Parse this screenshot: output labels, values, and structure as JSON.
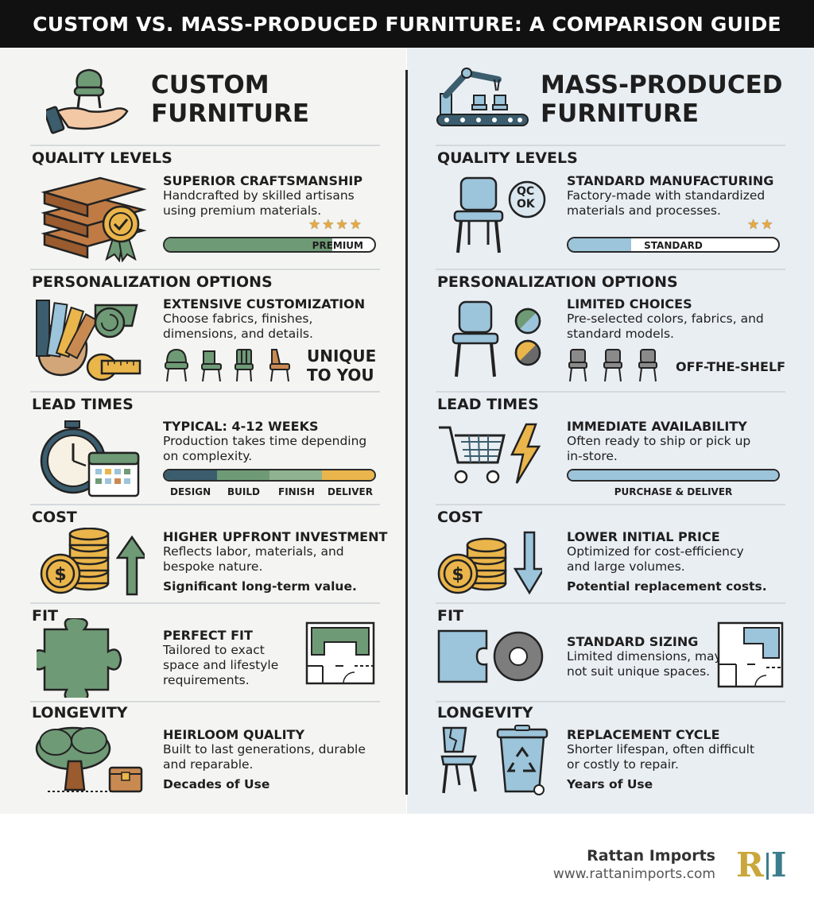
{
  "title": "CUSTOM VS. MASS-PRODUCED FURNITURE: A COMPARISON GUIDE",
  "colors": {
    "green": "#6f9a76",
    "blue": "#9cc4da",
    "gold": "#eab54a",
    "dark": "#1e1e1e"
  },
  "custom": {
    "title_line1": "CUSTOM",
    "title_line2": "FURNITURE",
    "quality": {
      "section": "QUALITY LEVELS",
      "heading": "SUPERIOR CRAFTSMANSHIP",
      "desc": "Handcrafted by skilled artisans\nusing premium materials.",
      "stars": "★★★★",
      "bar_label": "PREMIUM",
      "bar_level": 0.8
    },
    "personalization": {
      "section": "PERSONALIZATION OPTIONS",
      "heading": "EXTENSIVE CUSTOMIZATION",
      "desc": "Choose fabrics, finishes,\ndimensions, and details.",
      "tag_line1": "UNIQUE",
      "tag_line2": "TO YOU"
    },
    "lead": {
      "section": "LEAD TIMES",
      "heading": "TYPICAL: 4-12 WEEKS",
      "desc": "Production takes time depending\non complexity.",
      "stages": [
        "DESIGN",
        "BUILD",
        "FINISH",
        "DELIVER"
      ]
    },
    "cost": {
      "section": "COST",
      "heading": "HIGHER UPFRONT INVESTMENT",
      "desc": "Reflects labor, materials, and\nbespoke nature.",
      "note": "Significant long-term value."
    },
    "fit": {
      "section": "FIT",
      "heading": "PERFECT FIT",
      "desc": "Tailored to exact\nspace and lifestyle\nrequirements."
    },
    "longevity": {
      "section": "LONGEVITY",
      "heading": "HEIRLOOM QUALITY",
      "desc": "Built to last generations, durable\nand reparable.",
      "note": "Decades of Use"
    }
  },
  "mass": {
    "title_line1": "MASS-PRODUCED",
    "title_line2": "FURNITURE",
    "quality": {
      "section": "QUALITY LEVELS",
      "heading": "STANDARD MANUFACTURING",
      "desc": "Factory-made with standardized\nmaterials and processes.",
      "qc_line1": "QC",
      "qc_line2": "OK",
      "stars": "★★",
      "bar_label": "STANDARD",
      "bar_level": 0.3
    },
    "personalization": {
      "section": "PERSONALIZATION OPTIONS",
      "heading": "LIMITED CHOICES",
      "desc": "Pre-selected colors, fabrics, and\nstandard models.",
      "tag": "OFF-THE-SHELF"
    },
    "lead": {
      "section": "LEAD TIMES",
      "heading": "IMMEDIATE AVAILABILITY",
      "desc": "Often ready to ship or pick up\nin-store.",
      "bar_label": "PURCHASE & DELIVER"
    },
    "cost": {
      "section": "COST",
      "heading": "LOWER INITIAL PRICE",
      "desc": "Optimized for cost-efficiency\nand large volumes.",
      "note": "Potential replacement costs."
    },
    "fit": {
      "section": "FIT",
      "heading": "STANDARD SIZING",
      "desc": "Limited dimensions, may\nnot suit unique spaces."
    },
    "longevity": {
      "section": "LONGEVITY",
      "heading": "REPLACEMENT CYCLE",
      "desc": "Shorter lifespan, often difficult\nor costly to repair.",
      "note": "Years of Use"
    }
  },
  "footer": {
    "company": "Rattan Imports",
    "url": "www.rattanimports.com",
    "logo_r": "R",
    "logo_i": "I"
  }
}
